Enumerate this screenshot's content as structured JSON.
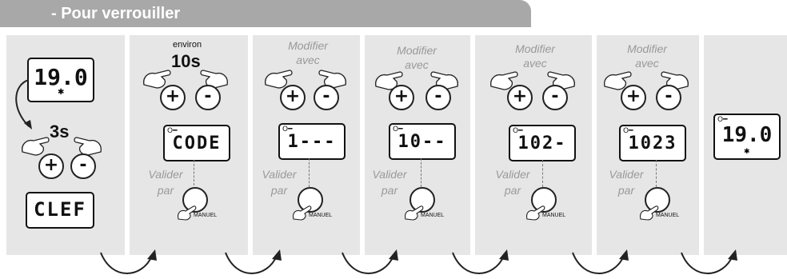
{
  "banner": {
    "title": "- Pour verrouiller"
  },
  "step1": {
    "display_top": "19.0",
    "duration": "3s",
    "display_bottom": "CLEF"
  },
  "step2": {
    "prefix": "environ",
    "duration": "10s",
    "display": "CODE",
    "validate": "Valider par",
    "manuel": "MANUEL"
  },
  "step3": {
    "instruction": "Modifier avec",
    "display": "1---",
    "validate": "Valider par",
    "manuel": "MANUEL"
  },
  "step4": {
    "instruction": "Modifier avec",
    "display": "10--",
    "validate": "Valider par",
    "manuel": "MANUEL"
  },
  "step5": {
    "instruction": "Modifier avec",
    "display": "102-",
    "validate": "Valider par",
    "manuel": "MANUEL"
  },
  "step6": {
    "instruction": "Modifier avec",
    "display": "1023",
    "validate": "Valider par",
    "manuel": "MANUEL"
  },
  "step7": {
    "display": "19.0"
  },
  "buttons": {
    "plus": "+",
    "minus": "-"
  },
  "icons": {
    "key": "key-icon",
    "snowflake": "asterisk-icon",
    "hand": "pointing-hand-icon"
  }
}
